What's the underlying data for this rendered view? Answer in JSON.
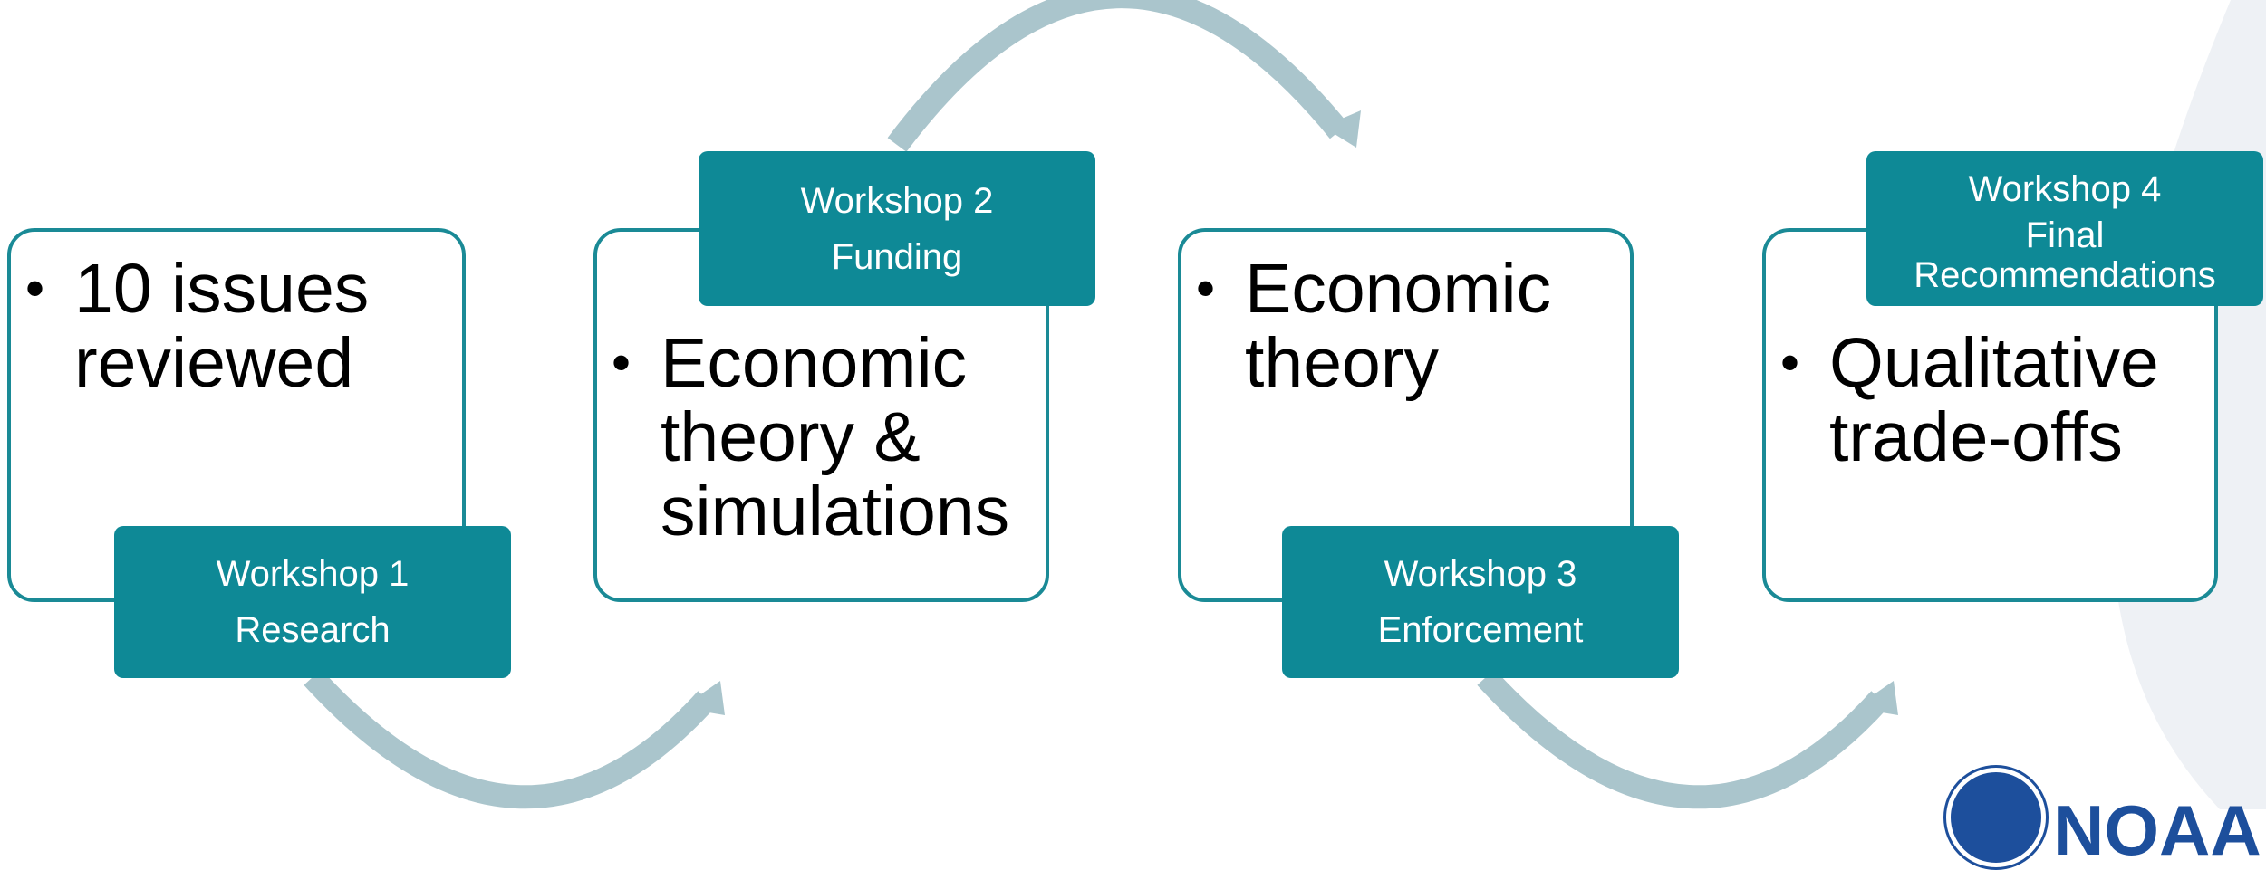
{
  "colors": {
    "teal": "#0e8996",
    "box_border": "#1a8a96",
    "arrow": "#aac5cc",
    "logo_blue": "#1d4f9c"
  },
  "workshops": [
    {
      "label": "Workshop 1",
      "topic": "Research",
      "bullet": "10 issues reviewed"
    },
    {
      "label": "Workshop 2",
      "topic": "Funding",
      "bullet": "Economic theory & simulations"
    },
    {
      "label": "Workshop 3",
      "topic": "Enforcement",
      "bullet": "Economic theory"
    },
    {
      "label": "Workshop 4",
      "topic": "Final Recommendations",
      "bullet": "Qualitative trade-offs"
    }
  ],
  "logo": {
    "text": "NOAA",
    "icon": "noaa-seal-icon"
  }
}
